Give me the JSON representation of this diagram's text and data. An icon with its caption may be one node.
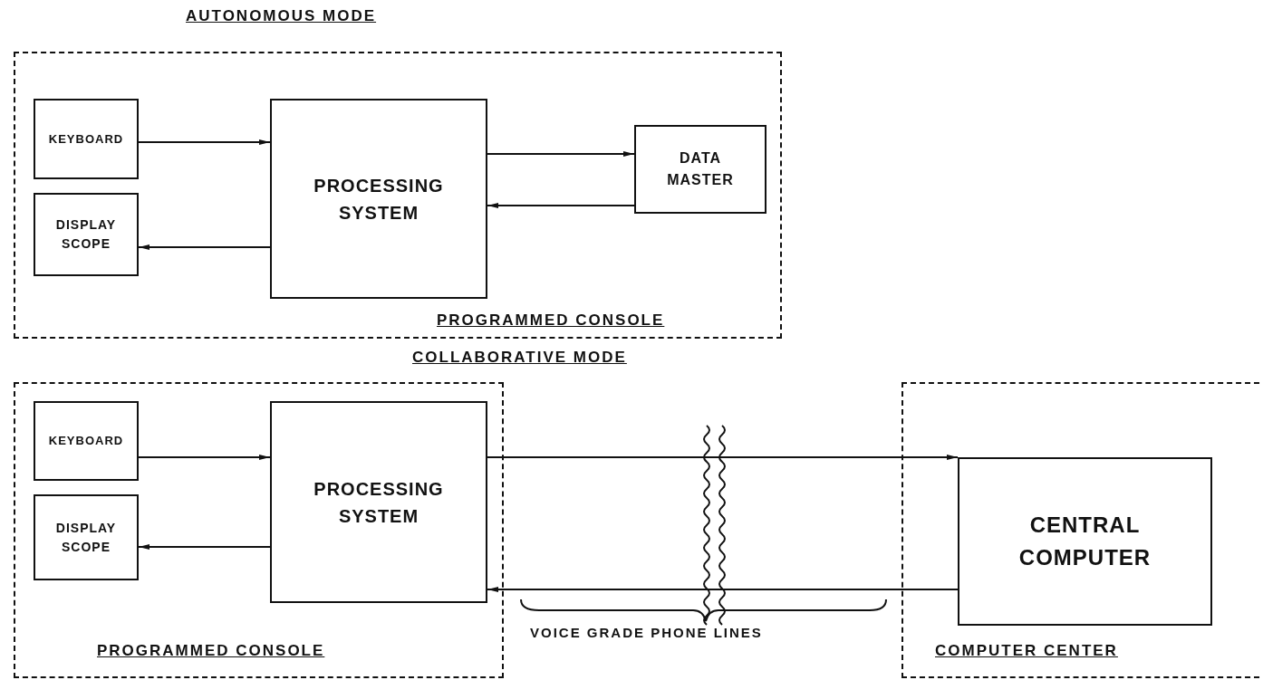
{
  "diagram": {
    "nodes": [
      {
        "text": [
          "PROGRAMMED CONSOLE"
        ]
      },
      {
        "text": [
          "KEYBOARD"
        ],
        "in": 0
      },
      {
        "text": [
          "DISPLAY SCOPE"
        ],
        "in": 0
      },
      {
        "text": [
          "PROCESSING SYSTEM"
        ],
        "in": 0
      },
      {
        "text": [
          "DATA MASTER"
        ],
        "in": 0
      },
      {
        "text": [
          "PROGRAMMED CONSOLE"
        ]
      },
      {
        "text": [
          "KEYBOARD"
        ],
        "in": 5
      },
      {
        "text": [
          "DISPLAY SCOPE"
        ],
        "in": 5
      },
      {
        "text": [
          "PROCESSING SYSTEM"
        ],
        "in": 5
      },
      {
        "text": [
          "COMPUTER CENTER"
        ]
      },
      {
        "text": [
          "CENTRAL COMPUTER"
        ],
        "in": 9
      }
    ],
    "edges": [
      {
        "from": 1,
        "to": 3,
        "arrow": "to"
      },
      {
        "from": 3,
        "to": 2,
        "arrow": "to"
      },
      {
        "from": 3,
        "to": 4,
        "arrow": "to"
      },
      {
        "from": 4,
        "to": 3,
        "arrow": "to"
      },
      {
        "from": 6,
        "to": 8,
        "arrow": "to"
      },
      {
        "from": 8,
        "to": 7,
        "arrow": "to"
      },
      {
        "from": 8,
        "to": 10,
        "arrow": "to"
      },
      {
        "from": 10,
        "to": 8,
        "arrow": "to"
      }
    ],
    "labels": [
      "AUTONOMOUS MODE",
      "COLLABORATIVE MODE",
      "VOICE GRADE PHONE LINES"
    ]
  }
}
